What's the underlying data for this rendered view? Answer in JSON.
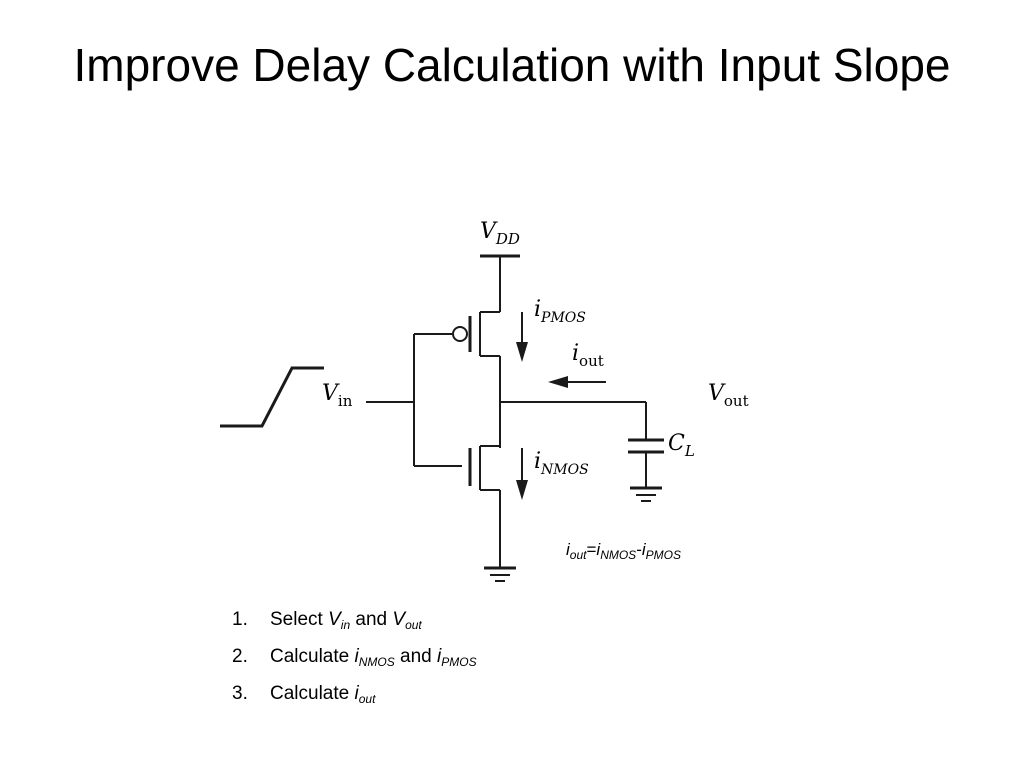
{
  "slide": {
    "title": "Improve Delay Calculation with Input Slope"
  },
  "circuit": {
    "vdd": {
      "main": "V",
      "sub": "DD"
    },
    "vin": {
      "main": "V",
      "sub": "in"
    },
    "vout": {
      "main": "V",
      "sub": "out"
    },
    "ipmos": {
      "main": "i",
      "sub": "PMOS"
    },
    "inmos": {
      "main": "i",
      "sub": "NMOS"
    },
    "iout": {
      "main": "i",
      "sub": "out"
    },
    "cl": {
      "main": "C",
      "sub": "L"
    }
  },
  "equation": {
    "lhs": "i",
    "lhs_sub": "out",
    "eq": "=",
    "t1": "i",
    "t1_sub": "NMOS",
    "op": "-",
    "t2": "i",
    "t2_sub": "PMOS"
  },
  "steps": [
    {
      "num": "1.",
      "text1": "Select ",
      "var1": "V",
      "var1_sub": "in",
      "mid": " and ",
      "var2": "V",
      "var2_sub": "out"
    },
    {
      "num": "2.",
      "text1": "Calculate ",
      "var1": "i",
      "var1_sub": "NMOS",
      "mid": " and ",
      "var2": "i",
      "var2_sub": "PMOS"
    },
    {
      "num": "3.",
      "text1": "Calculate ",
      "var1": "i",
      "var1_sub": "out"
    }
  ]
}
